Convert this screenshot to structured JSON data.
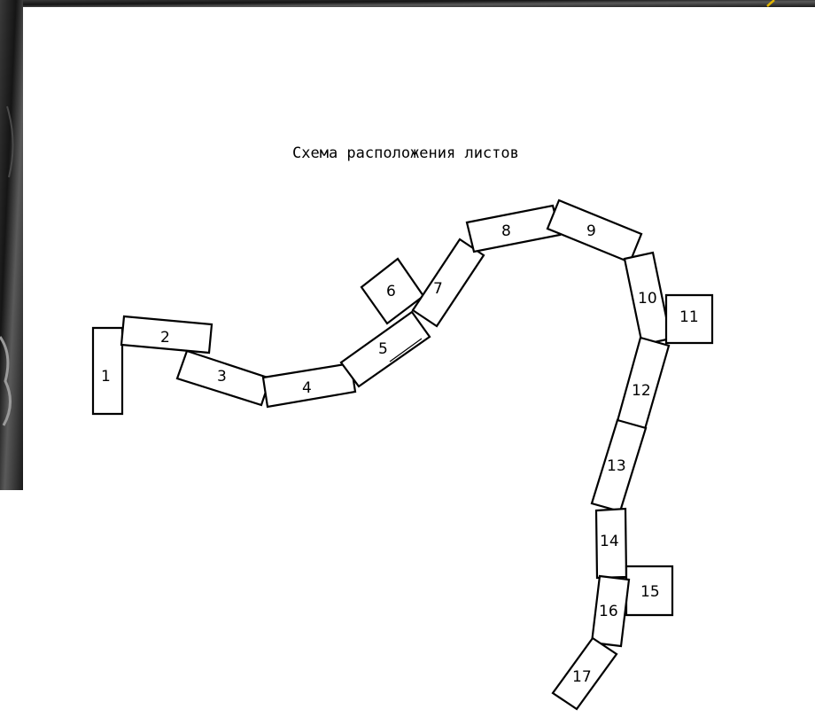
{
  "title": "Схема расположения листов",
  "colors": {
    "background_photo": "#1c1c1c",
    "sheet_stroke": "#000000",
    "sheet_fill": "#ffffff",
    "accent_corner": "#e0b400"
  },
  "sheets": [
    {
      "label": "1"
    },
    {
      "label": "2"
    },
    {
      "label": "3"
    },
    {
      "label": "4"
    },
    {
      "label": "5"
    },
    {
      "label": "6"
    },
    {
      "label": "7"
    },
    {
      "label": "8"
    },
    {
      "label": "9"
    },
    {
      "label": "10"
    },
    {
      "label": "11"
    },
    {
      "label": "12"
    },
    {
      "label": "13"
    },
    {
      "label": "14"
    },
    {
      "label": "15"
    },
    {
      "label": "16"
    },
    {
      "label": "17"
    }
  ]
}
